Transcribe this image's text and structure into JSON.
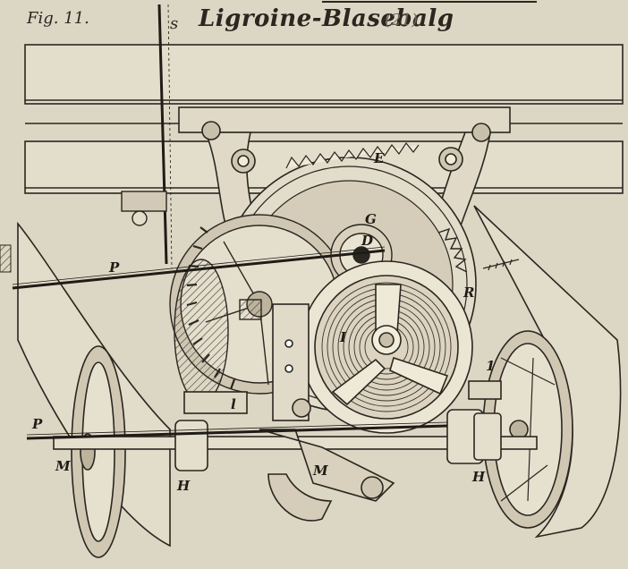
{
  "figure": {
    "fig_label": "Fig. 11.",
    "title": "Ligroine-Blasebalg",
    "plate_number": "(21)"
  },
  "labels": {
    "s": "s",
    "e": "E",
    "g": "G",
    "d": "D",
    "p_top": "P",
    "p_bottom": "P",
    "r": "R",
    "i": "I",
    "one": "1",
    "l": "l",
    "m_left": "M",
    "m_center": "M",
    "h_left": "H",
    "h_right": "H"
  }
}
